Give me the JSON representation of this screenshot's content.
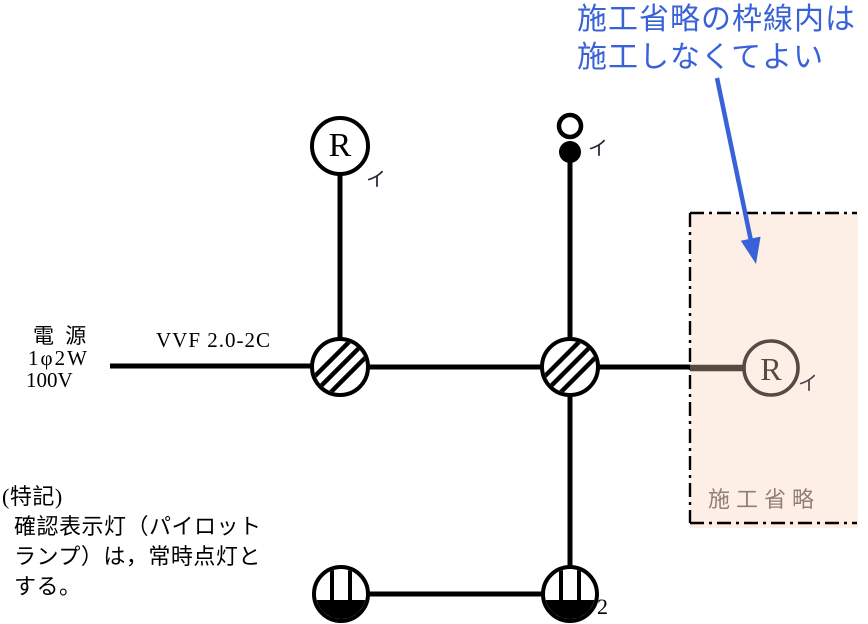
{
  "annotation": {
    "line1": "施工省略の枠線内は",
    "line2": "施工しなくてよい"
  },
  "source": {
    "line1": "電 源",
    "line2": "1φ2W",
    "line3": "100V"
  },
  "cable": {
    "label": "VVF 2.0-2C"
  },
  "symbols": {
    "lamp_top": {
      "letter": "R",
      "circuit": "イ"
    },
    "rosette": {
      "circuit": "イ"
    },
    "lamp_omitted": {
      "letter": "R",
      "circuit": "イ"
    },
    "outlet_right": {
      "count": "2"
    }
  },
  "omission_box": {
    "label": "施工省略"
  },
  "special_note": {
    "line1": "(特記)",
    "line2": "確認表示灯（パイロット",
    "line3": "ランプ）は，常時点灯と",
    "line4": "する。"
  },
  "colors": {
    "annotation_blue": "#3a62d8",
    "omission_fill": "#fdeee6",
    "omission_border": "#000000",
    "omitted_device": "#564a42",
    "omission_label_text": "#917f76",
    "wire_black": "#000000"
  }
}
